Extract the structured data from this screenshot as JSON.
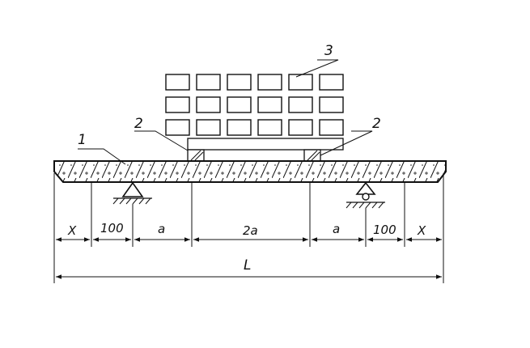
{
  "labels": {
    "beam": "1",
    "pad_left": "2",
    "pad_right": "2",
    "load": "3"
  },
  "dimensions": {
    "x_left": "X",
    "d100_left": "100",
    "a_left": "a",
    "center": "2a",
    "a_right": "a",
    "d100_right": "100",
    "x_right": "X",
    "total": "L"
  }
}
